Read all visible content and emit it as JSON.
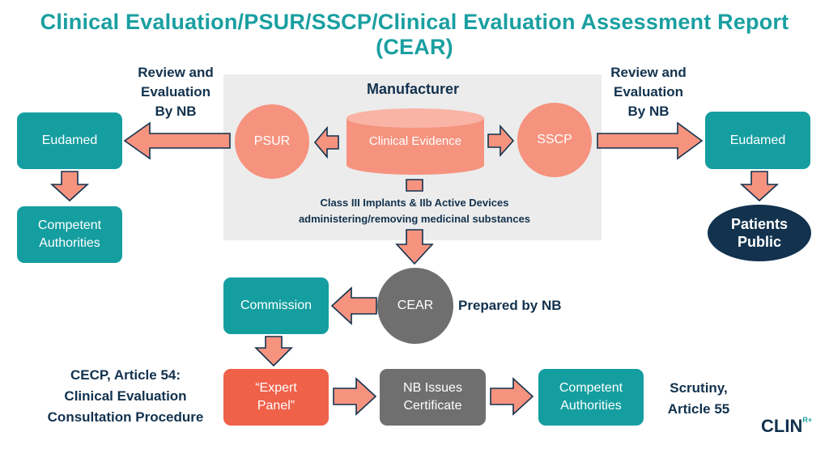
{
  "title": "Clinical Evaluation/PSUR/SSCP/Clinical Evaluation Assessment Report (CEAR)",
  "manufacturer": {
    "label": "Manufacturer",
    "clinical_evidence": "Clinical Evidence",
    "psur": "PSUR",
    "sscp": "SSCP",
    "class_note_line1": "Class III Implants & IIb Active Devices",
    "class_note_line2": "administering/removing medicinal substances"
  },
  "left": {
    "review_line1": "Review and",
    "review_line2": "Evaluation",
    "review_line3": "By NB",
    "eudamed": "Eudamed",
    "competent_line1": "Competent",
    "competent_line2": "Authorities"
  },
  "right": {
    "review_line1": "Review and",
    "review_line2": "Evaluation",
    "review_line3": "By NB",
    "eudamed": "Eudamed",
    "patients_line1": "Patients",
    "patients_line2": "Public"
  },
  "middle": {
    "cear": "CEAR",
    "prepared_by": "Prepared by NB",
    "commission": "Commission"
  },
  "bottom": {
    "cecp_line1": "CECP, Article 54:",
    "cecp_line2": "Clinical Evaluation",
    "cecp_line3": "Consultation Procedure",
    "expert_line1": "“Expert",
    "expert_line2": "Panel”",
    "nb_line1": "NB Issues",
    "nb_line2": "Certificate",
    "competent_line1": "Competent",
    "competent_line2": "Authorities",
    "scrutiny_line1": "Scrutiny,",
    "scrutiny_line2": "Article 55"
  },
  "logo": {
    "text": "CLIN",
    "superscript": "R+"
  },
  "colors": {
    "teal": "#159ea0",
    "title": "#1a9fa1",
    "navy": "#12324e",
    "salmon": "#f6937f",
    "orange": "#f0614a",
    "grey": "#6f6f6f",
    "panel": "#ececec"
  }
}
